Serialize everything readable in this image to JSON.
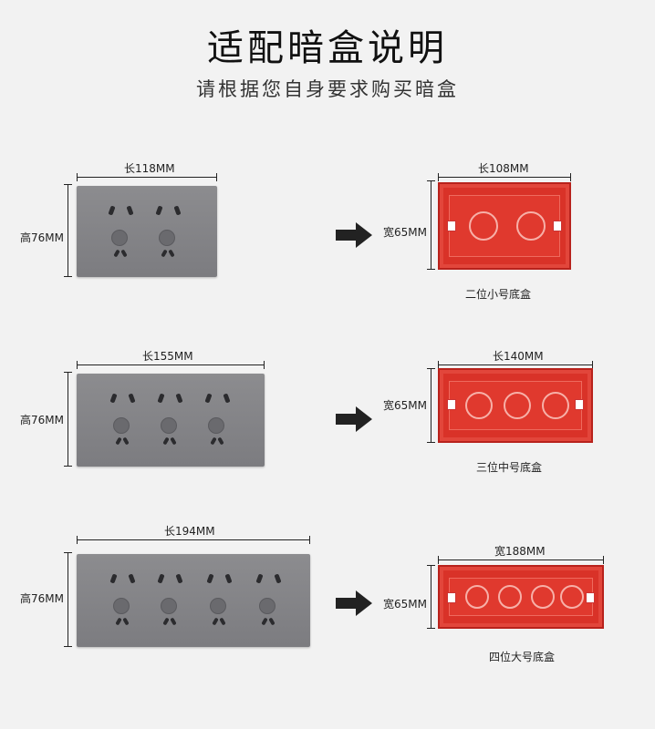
{
  "title": "适配暗盒说明",
  "subtitle": "请根据您自身要求购买暗盒",
  "rows": [
    {
      "panel_length": "长118MM",
      "panel_height": "高76MM",
      "box_length": "长108MM",
      "box_width": "宽65MM",
      "box_caption": "二位小号底盒"
    },
    {
      "panel_length": "长155MM",
      "panel_height": "高76MM",
      "box_length": "长140MM",
      "box_width": "宽65MM",
      "box_caption": "三位中号底盒"
    },
    {
      "panel_length": "长194MM",
      "panel_height": "高76MM",
      "box_length": "宽188MM",
      "box_width": "宽65MM",
      "box_caption": "四位大号底盒"
    }
  ],
  "colors": {
    "panel": "#808084",
    "box": "#d93228",
    "arrow": "#222222"
  }
}
